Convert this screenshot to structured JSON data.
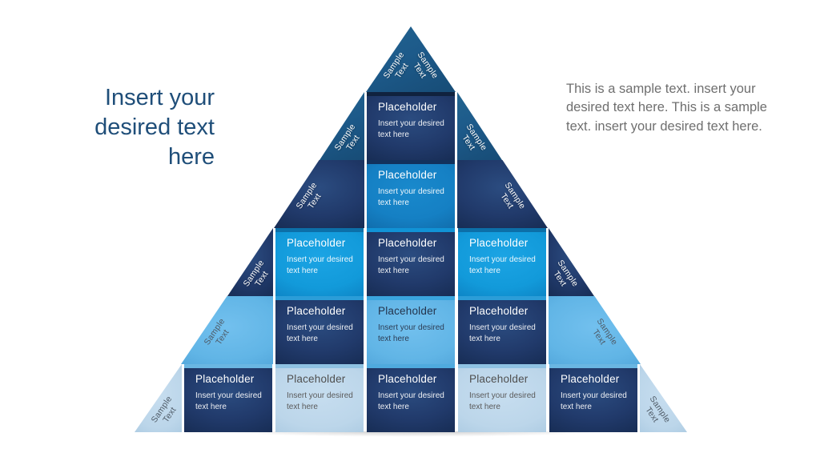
{
  "slide": {
    "left_title": "Insert your desired text here",
    "body_text": "This is a sample text. insert your desired text here. This is a sample text. insert your desired text here."
  },
  "pyramid": {
    "apex": {
      "tone": "medium",
      "left_label": "Sample\nText",
      "right_label": "Sample\nText"
    },
    "rows": [
      {
        "edges": {
          "left": {
            "tone": "medium",
            "label": "Sample\nText"
          },
          "right": {
            "tone": "medium",
            "label": "Sample\nText"
          }
        },
        "cells": [
          {
            "tone": "dark",
            "title": "Placeholder",
            "subtitle": "Insert your desired text here"
          }
        ]
      },
      {
        "edges": {
          "left": {
            "tone": "dark",
            "label": "Sample\nText"
          },
          "right": {
            "tone": "dark",
            "label": "Sample\nText"
          }
        },
        "cells": [
          {
            "tone": "mblue",
            "title": "Placeholder",
            "subtitle": "Insert your desired text here"
          }
        ]
      },
      {
        "edges": {
          "left": {
            "tone": "dark",
            "label": "Sample\nText"
          },
          "right": {
            "tone": "dark",
            "label": "Sample\nText"
          }
        },
        "cells": [
          {
            "tone": "bright",
            "title": "Placeholder",
            "subtitle": "Insert your desired text here"
          },
          {
            "tone": "dark",
            "title": "Placeholder",
            "subtitle": "Insert your desired text here"
          },
          {
            "tone": "bright",
            "title": "Placeholder",
            "subtitle": "Insert your desired text here"
          }
        ]
      },
      {
        "edges": {
          "left": {
            "tone": "sky",
            "label": "Sample\nText"
          },
          "right": {
            "tone": "sky",
            "label": "Sample\nText"
          }
        },
        "cells": [
          {
            "tone": "dark",
            "title": "Placeholder",
            "subtitle": "Insert your desired text here"
          },
          {
            "tone": "sky",
            "title": "Placeholder",
            "subtitle": "Insert your desired text here"
          },
          {
            "tone": "dark",
            "title": "Placeholder",
            "subtitle": "Insert your desired text here"
          }
        ]
      },
      {
        "edges": {
          "left": {
            "tone": "pale",
            "label": "Sample\nText"
          },
          "right": {
            "tone": "pale",
            "label": "Sample\nText"
          }
        },
        "cells": [
          {
            "tone": "dark",
            "title": "Placeholder",
            "subtitle": "Insert your desired text here"
          },
          {
            "tone": "pale",
            "title": "Placeholder",
            "subtitle": "Insert your desired text here"
          },
          {
            "tone": "dark",
            "title": "Placeholder",
            "subtitle": "Insert your desired text here"
          },
          {
            "tone": "pale",
            "title": "Placeholder",
            "subtitle": "Insert your desired text here"
          },
          {
            "tone": "dark",
            "title": "Placeholder",
            "subtitle": "Insert your desired text here"
          }
        ]
      }
    ]
  },
  "palette": {
    "dark_navy": "#1F3864",
    "medium_steel": "#1D5A8A",
    "medium_blue": "#1580C4",
    "bright_blue": "#129ADA",
    "sky_blue": "#61B5E6",
    "pale_blue": "#BDD7EA",
    "title_navy": "#1F4E79",
    "body_gray": "#6F6F6F"
  }
}
